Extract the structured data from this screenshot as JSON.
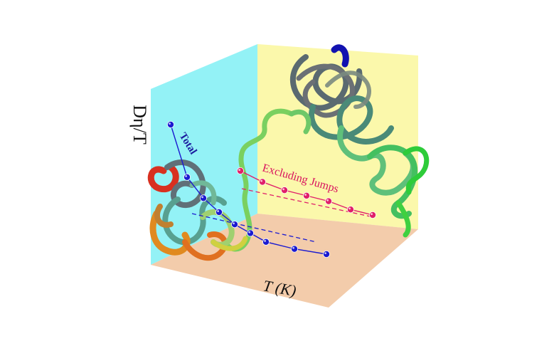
{
  "chart_data": {
    "type": "line",
    "title": "",
    "xlabel": "T (K)",
    "ylabel": "Dη/T",
    "grid": false,
    "series": [
      {
        "name": "Total",
        "color": "#1a1ad0",
        "label_color": "#1b1b9e",
        "points": [
          [
            0,
            1.0
          ],
          [
            1,
            0.7
          ],
          [
            2,
            0.58
          ],
          [
            3,
            0.5
          ],
          [
            4,
            0.43
          ],
          [
            5,
            0.38
          ],
          [
            6,
            0.33
          ],
          [
            7,
            0.29
          ],
          [
            8,
            0.26
          ]
        ]
      },
      {
        "name": "Excluding Jumps",
        "color": "#e0206a",
        "label_color": "#d8125e",
        "points": [
          [
            0,
            0.6
          ],
          [
            1,
            0.56
          ],
          [
            2,
            0.53
          ],
          [
            3,
            0.51
          ],
          [
            4,
            0.49
          ],
          [
            5,
            0.46
          ],
          [
            6,
            0.44
          ]
        ]
      }
    ]
  },
  "colors": {
    "left_wall": "#80f0f4",
    "back_wall": "#fbf7a2",
    "floor": "#f2c7a2"
  }
}
